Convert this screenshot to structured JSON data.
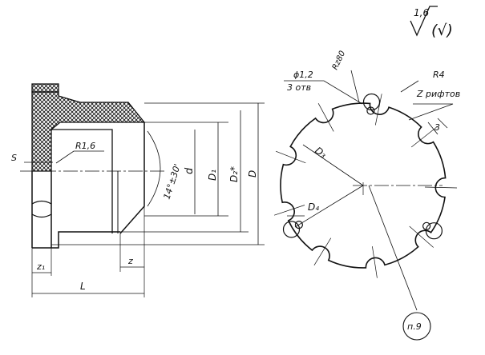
{
  "roughness": {
    "value": "1,6",
    "note": "(√)"
  },
  "side_view": {
    "labels": {
      "s": "S",
      "fillet": "R1,6",
      "d": "d",
      "d1": "D₁",
      "d2": "D₂*",
      "d_outer": "D",
      "angle": "14°±30'",
      "z": "z",
      "z1": "z₁",
      "length": "L"
    }
  },
  "front_view": {
    "labels": {
      "holes_dia": "ϕ1,2",
      "holes_count": "3 отв",
      "surface": "Rz80",
      "radius": "R4",
      "ribs": "Z рифтов",
      "rib_width": "3",
      "d3": "D₃",
      "d4": "D₄",
      "note": "п.9"
    },
    "scallop_count": 9,
    "hole_count": 3
  },
  "colors": {
    "line": "#111111",
    "background": "#ffffff"
  }
}
